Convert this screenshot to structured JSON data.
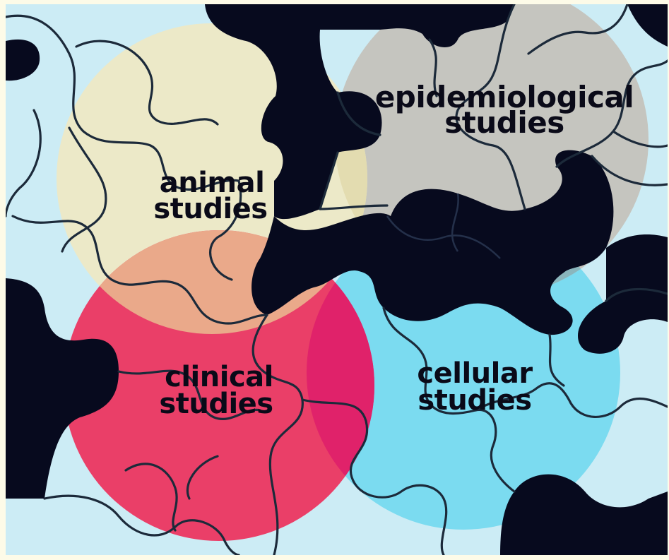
{
  "labels": {
    "animal_line1": "animal",
    "animal_line2": "studies",
    "epi_line1": "epidemiological",
    "epi_line2": "studies",
    "clinical_line1": "clinical",
    "clinical_line2": "studies",
    "cellular_line1": "cellular",
    "cellular_line2": "studies"
  },
  "colors": {
    "background": "#ccecf5",
    "animal": "#ece9c8",
    "epidemiological": "#c5c5bf",
    "clinical": "#ea3f68",
    "cellular": "#7bdbf0",
    "overlap_animal_clinical": "#eaa98a",
    "dark_gaps": "#070a1e"
  }
}
